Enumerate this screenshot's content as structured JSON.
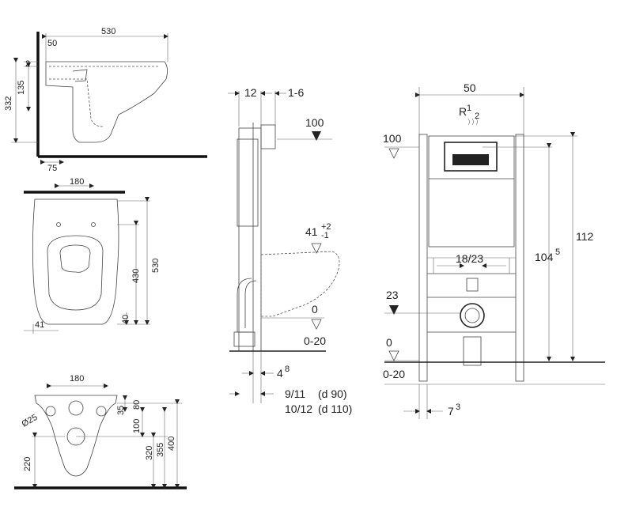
{
  "side_view": {
    "d530": "530",
    "d50": "50",
    "d2": "2",
    "d135": "135",
    "d332": "332",
    "d75": "75"
  },
  "top_view": {
    "d430": "430",
    "d530": "530",
    "d40": "40",
    "d41": "41",
    "d_top": "180"
  },
  "front_view": {
    "d180": "180",
    "d25": "Ø25",
    "d35": "35",
    "d80": "80",
    "d100": "100",
    "d220": "220",
    "d320": "320",
    "d355": "355",
    "d400": "400"
  },
  "frame_side": {
    "d12": "12",
    "d16": "1-6",
    "d100": "100",
    "d41": "41",
    "d41_sup": "+2",
    "d41_sub": "-1",
    "d0": "0",
    "d020": "0-20",
    "d4": "4",
    "d4_sup": "8",
    "d911": "9/11",
    "d90": "(d 90)",
    "d1012": "10/12",
    "d110": "(d 110)"
  },
  "frame_front": {
    "d50": "50",
    "r12": "R",
    "r12_sup": "1",
    "r12_sub": "2",
    "d100": "100",
    "d112": "112",
    "d1045": "104",
    "d1045_sup": "5",
    "d1823": "18/23",
    "d23": "23",
    "d0": "0",
    "d020": "0-20",
    "d7": "7",
    "d7_sup": "3"
  }
}
